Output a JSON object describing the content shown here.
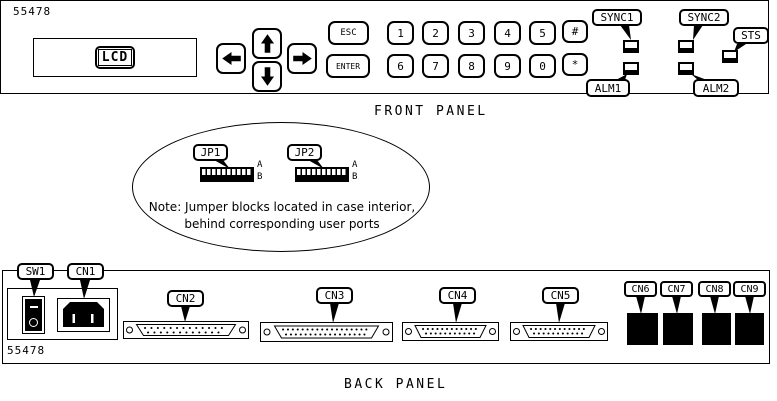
{
  "front_panel": {
    "part_number": "55478",
    "title": "FRONT PANEL",
    "lcd": {
      "label": "LCD"
    },
    "keys": {
      "esc": "ESC",
      "enter": "ENTER",
      "row1": [
        "1",
        "2",
        "3",
        "4",
        "5"
      ],
      "row2": [
        "6",
        "7",
        "8",
        "9",
        "0"
      ],
      "hash": "#",
      "star": "*"
    },
    "indicators": {
      "sync1": "SYNC1",
      "sync2": "SYNC2",
      "sts": "STS",
      "alm1": "ALM1",
      "alm2": "ALM2"
    },
    "icons": {
      "left": "left-arrow",
      "up": "up-arrow",
      "down": "down-arrow",
      "right": "right-arrow"
    }
  },
  "jumper_callout": {
    "jp1": "JP1",
    "jp2": "JP2",
    "row_a": "A",
    "row_b": "B",
    "note_line1": "Note: Jumper blocks located in case interior,",
    "note_line2": "behind corresponding user ports"
  },
  "back_panel": {
    "part_number": "55478",
    "title": "BACK PANEL",
    "labels": {
      "sw1": "SW1",
      "cn1": "CN1",
      "cn2": "CN2",
      "cn3": "CN3",
      "cn4": "CN4",
      "cn5": "CN5",
      "cn6": "CN6",
      "cn7": "CN7",
      "cn8": "CN8",
      "cn9": "CN9"
    },
    "icons": {
      "sw1": "rocker-power-switch",
      "cn1": "iec-power-inlet",
      "cn2_cn5": "dsub-connector",
      "cn6_cn9": "modular-jack"
    }
  },
  "colors": {
    "line": "#000000",
    "background": "#ffffff"
  }
}
